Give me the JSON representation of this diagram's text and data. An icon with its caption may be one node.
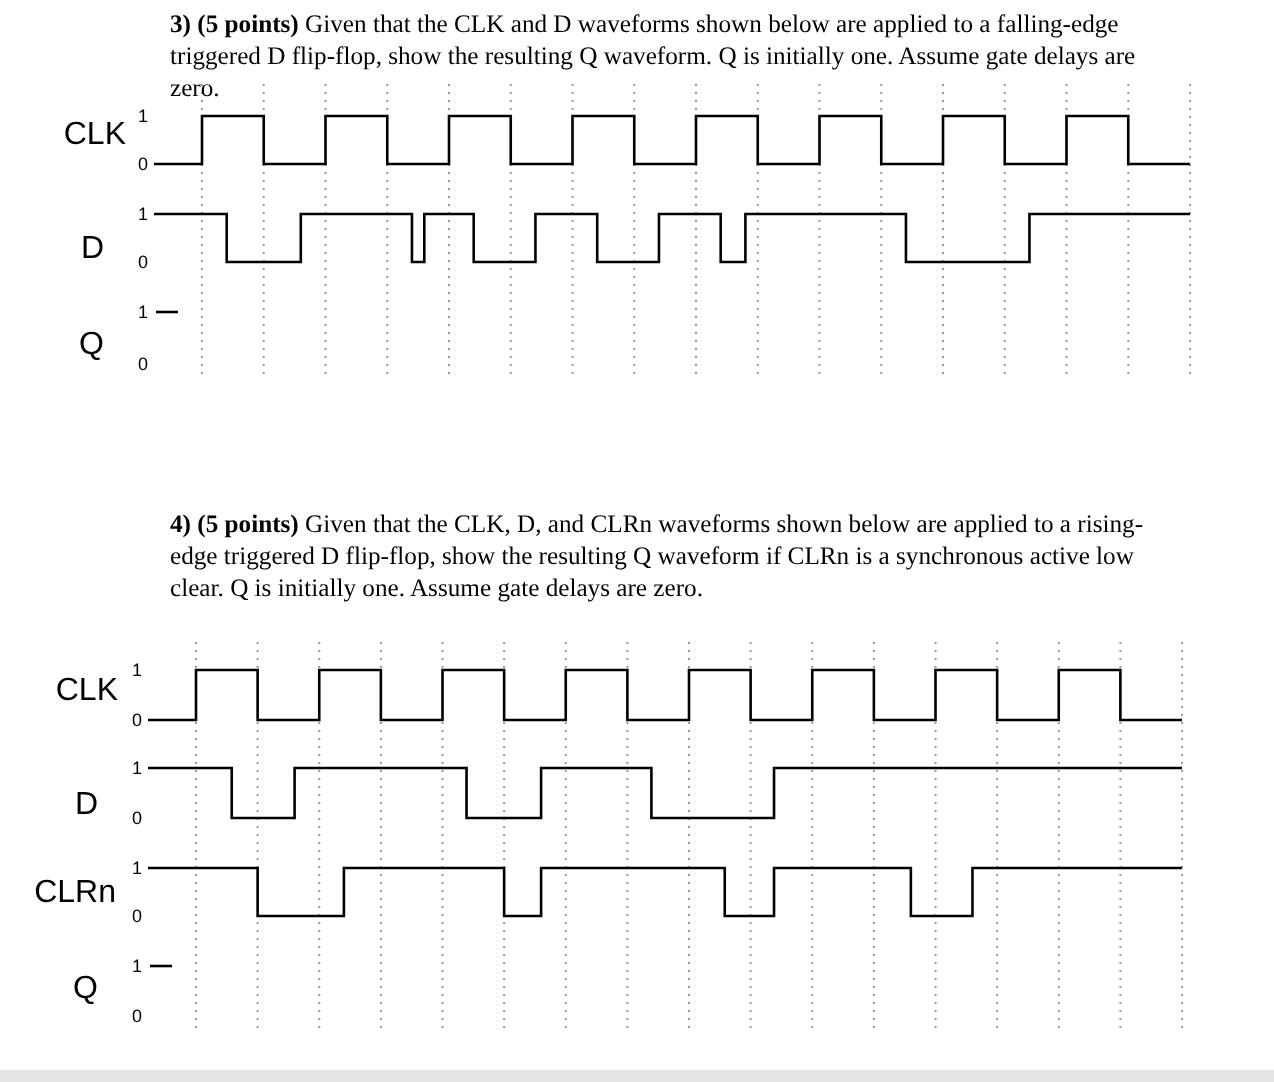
{
  "diagram": {
    "labels": [
      "**3) (5 points)** Given that the CLK and D waveforms shown below are applied to a falling-edge triggered D flip-flop, show the resulting Q waveform. Q is initially one.  Assume gate delays are zero.",
      "CLK",
      "1",
      "0",
      "D",
      "1",
      "0",
      "Q",
      "1",
      "0",
      "**4) (5 points)** Given that the CLK, D, and CLRn waveforms shown below are applied to a rising-edge triggered D flip-flop, show the resulting Q waveform if CLRn is a synchronous active low clear. Q is initially one.  Assume gate delays are zero.",
      "CLK",
      "1",
      "0",
      "D",
      "1",
      "0",
      "CLRn",
      "1",
      "0",
      "Q",
      "1",
      "0"
    ]
  }
}
